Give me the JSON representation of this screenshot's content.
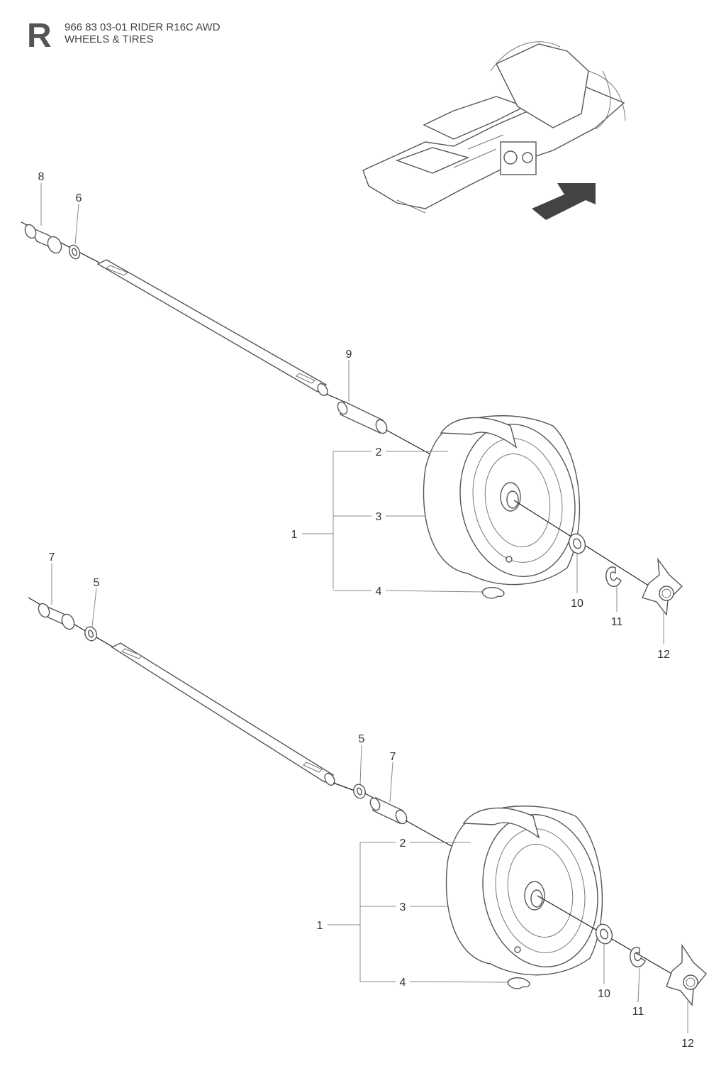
{
  "header": {
    "section_letter": "R",
    "model": "966 83 03-01 RIDER R16C AWD",
    "section": "WHEELS & TIRES"
  },
  "callouts": {
    "upper": [
      "8",
      "6",
      "9",
      "2",
      "3",
      "1",
      "4",
      "10",
      "11",
      "12"
    ],
    "lower_left": [
      "7",
      "5"
    ],
    "lower": [
      "5",
      "7",
      "2",
      "3",
      "1",
      "4",
      "10",
      "11",
      "12"
    ]
  }
}
